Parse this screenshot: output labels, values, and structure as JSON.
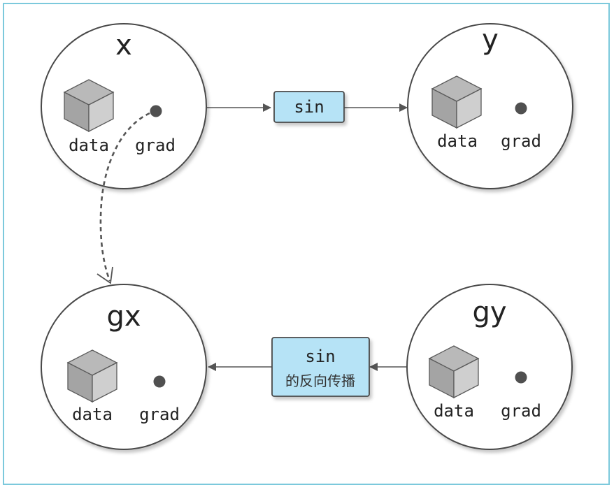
{
  "diagram": {
    "colors": {
      "frame": "#7cc9dc",
      "function_fill": "#b6e3f6",
      "function_stroke": "#4a4a4a",
      "node_stroke": "#4a4a4a",
      "arrow": "#555555",
      "grad_dot": "#505050",
      "cube_top": "#b9b9b9",
      "cube_left": "#a4a4a4",
      "cube_right": "#cfcfcf"
    },
    "nodes": {
      "x": {
        "title": "x",
        "data_label": "data",
        "grad_label": "grad",
        "data_icon": "cube-icon",
        "grad_icon": "dot-icon"
      },
      "y": {
        "title": "y",
        "data_label": "data",
        "grad_label": "grad",
        "data_icon": "cube-icon",
        "grad_icon": "dot-icon"
      },
      "gx": {
        "title": "gx",
        "data_label": "data",
        "grad_label": "grad",
        "data_icon": "cube-icon",
        "grad_icon": "dot-icon"
      },
      "gy": {
        "title": "gy",
        "data_label": "data",
        "grad_label": "grad",
        "data_icon": "cube-icon",
        "grad_icon": "dot-icon"
      }
    },
    "functions": {
      "forward": {
        "label": "sin",
        "sublabel": ""
      },
      "backward": {
        "label": "sin",
        "sublabel": "的反向传播"
      }
    },
    "edges": [
      {
        "from": "x",
        "to": "sin",
        "style": "solid"
      },
      {
        "from": "sin",
        "to": "y",
        "style": "solid"
      },
      {
        "from": "gy",
        "to": "sin backward",
        "style": "solid"
      },
      {
        "from": "sin backward",
        "to": "gx",
        "style": "solid"
      },
      {
        "from": "x.grad",
        "to": "gx",
        "style": "dashed"
      }
    ]
  }
}
